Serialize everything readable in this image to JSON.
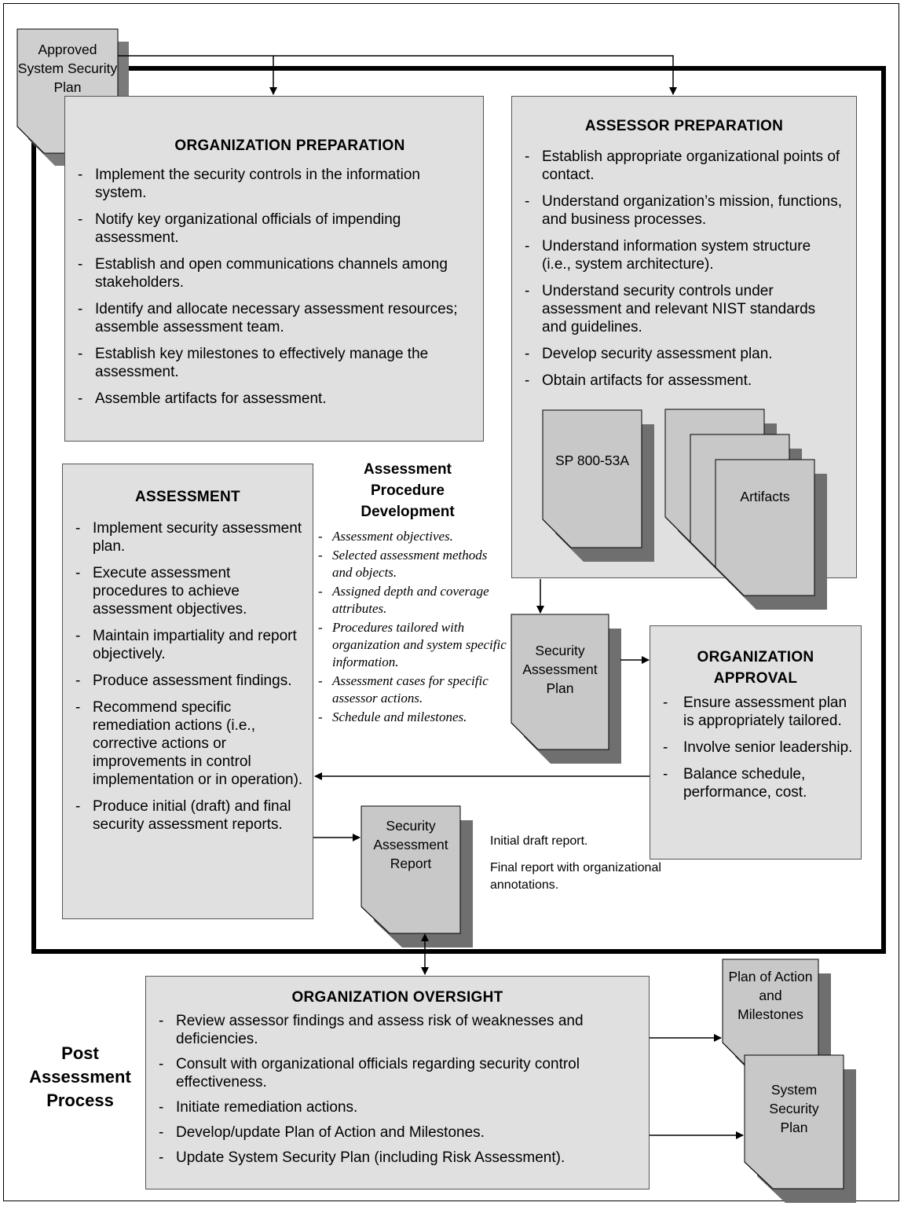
{
  "approved_plan": {
    "label": "Approved System Security Plan"
  },
  "org_prep": {
    "title": "ORGANIZATION PREPARATION",
    "items": [
      "Implement the security controls in the information system.",
      "Notify key organizational officials of impending assessment.",
      "Establish and open communications channels among stakeholders.",
      "Identify and allocate necessary assessment resources; assemble assessment team.",
      "Establish key milestones to effectively manage the assessment.",
      "Assemble artifacts for assessment."
    ]
  },
  "assessor_prep": {
    "title": "ASSESSOR PREPARATION",
    "items": [
      "Establish appropriate organizational points of contact.",
      "Understand organization’s mission, functions, and business processes.",
      "Understand information system structure (i.e., system architecture).",
      "Understand security controls under assessment and relevant NIST standards and guidelines.",
      "Develop security assessment plan.",
      "Obtain artifacts for assessment."
    ]
  },
  "docs": {
    "sp": "SP 800-53A",
    "artifacts": "Artifacts",
    "sap": "Security Assessment Plan",
    "sar": "Security Assessment Report",
    "poam": "Plan of Action and Milestones",
    "ssp": "System Security Plan"
  },
  "assessment": {
    "title": "ASSESSMENT",
    "items": [
      "Implement security assessment plan.",
      "Execute assessment procedures to achieve assessment objectives.",
      "Maintain impartiality and report objectively.",
      "Produce assessment findings.",
      "Recommend specific remediation actions (i.e., corrective actions or improvements in control implementation or in operation).",
      "Produce initial (draft) and final security assessment reports."
    ]
  },
  "procedure_dev": {
    "title": "Assessment Procedure Development",
    "items": [
      "Assessment objectives.",
      "Selected assessment methods and objects.",
      "Assigned depth and coverage attributes.",
      "Procedures tailored with organization and system specific information.",
      "Assessment cases for specific assessor actions.",
      "Schedule and milestones."
    ]
  },
  "org_approval": {
    "title": "ORGANIZATION APPROVAL",
    "items": [
      "Ensure assessment plan is appropriately tailored.",
      "Involve senior leadership.",
      "Balance schedule, performance, cost."
    ]
  },
  "report_notes": {
    "initial": "Initial draft report.",
    "final": "Final report with organizational annotations."
  },
  "org_oversight": {
    "title": "ORGANIZATION OVERSIGHT",
    "items": [
      "Review assessor findings and assess risk of weaknesses and deficiencies.",
      "Consult with organizational officials regarding security control effectiveness.",
      "Initiate remediation actions.",
      "Develop/update Plan of Action and Milestones.",
      "Update System Security Plan (including Risk Assessment)."
    ]
  },
  "post_label": "Post Assessment Process"
}
